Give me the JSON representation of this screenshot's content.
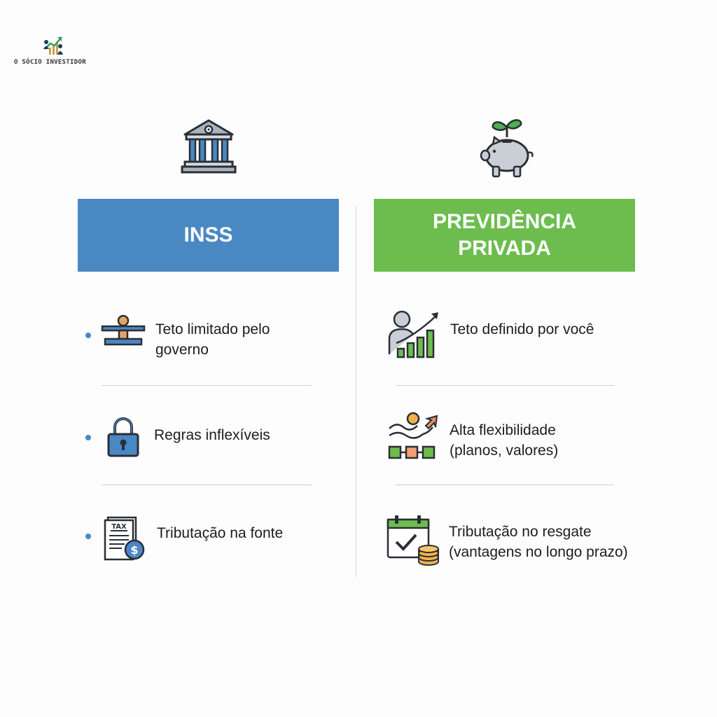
{
  "brand": {
    "name": "O SÓCIO INVESTIDOR",
    "logo_icon": "growth-chart-people-icon"
  },
  "columns": {
    "inss": {
      "title": "INSS",
      "color": "#4a88c4",
      "icon": "bank-building-icon",
      "items": [
        {
          "icon": "balance-scale-icon",
          "text_line1": "Teto limitado pelo",
          "text_line2": "governo"
        },
        {
          "icon": "padlock-icon",
          "text_line1": "Regras inflexíveis",
          "text_line2": ""
        },
        {
          "icon": "tax-document-icon",
          "text_line1": "Tributação na fonte",
          "text_line2": "",
          "icon_label": "TAX"
        }
      ]
    },
    "previdencia": {
      "title_line1": "PREVIDÊNCIA",
      "title_line2": "PRIVADA",
      "color": "#6cbd4e",
      "icon": "piggy-bank-sprout-icon",
      "items": [
        {
          "icon": "person-growth-chart-icon",
          "text_line1": "Teto definido por você",
          "text_line2": ""
        },
        {
          "icon": "flexibility-flow-icon",
          "text_line1": "Alta flexibilidade",
          "text_line2": "(planos, valores)"
        },
        {
          "icon": "calendar-coins-icon",
          "text_line1": "Tributação no resgate",
          "text_line2": "(vantagens no longo prazo)"
        }
      ]
    }
  }
}
